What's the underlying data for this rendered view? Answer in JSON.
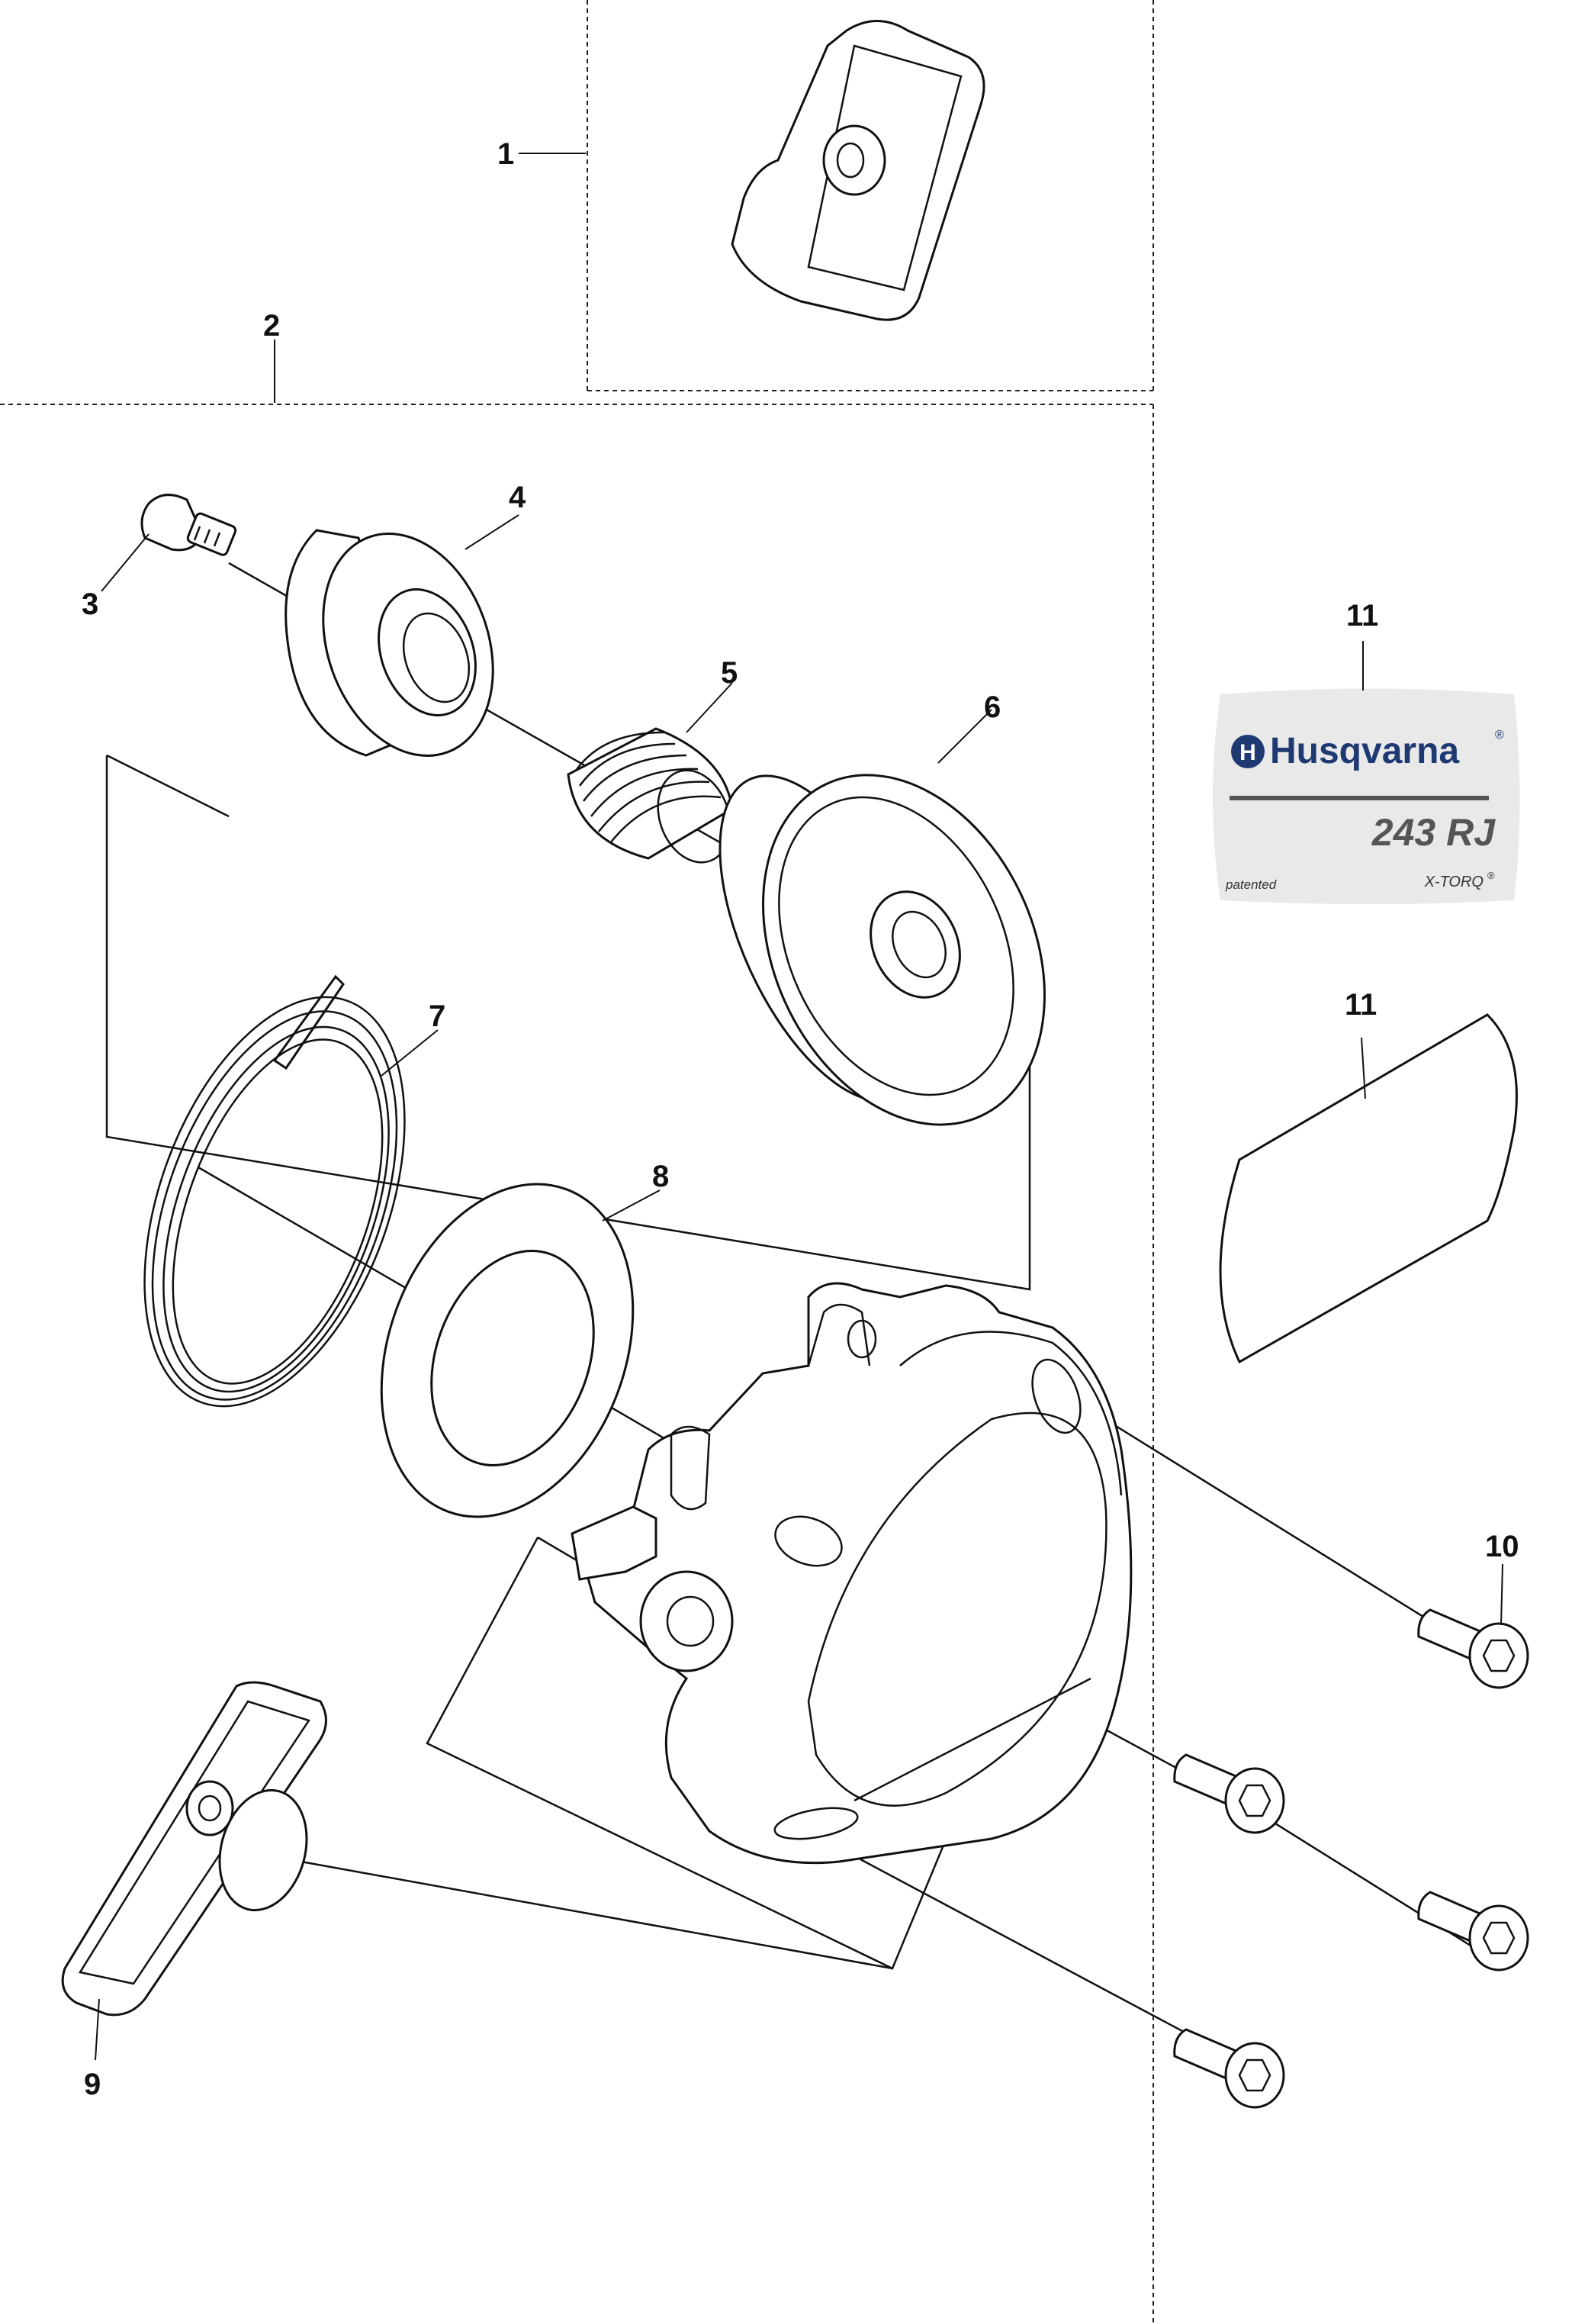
{
  "callouts": {
    "c1": "1",
    "c2": "2",
    "c3": "3",
    "c4": "4",
    "c5": "5",
    "c6": "6",
    "c7": "7",
    "c8": "8",
    "c9": "9",
    "c10": "10",
    "c11a": "11",
    "c11b": "11"
  },
  "decal": {
    "brand": "Husqvarna",
    "registered": "®",
    "model": "243 RJ",
    "patented": "patented",
    "engine": "X-TORQ",
    "engine_mark": "®"
  },
  "colors": {
    "line": "#111111",
    "decal_background": "#e9e9e9",
    "brand": "#1f3a73",
    "model_text": "#555555"
  }
}
